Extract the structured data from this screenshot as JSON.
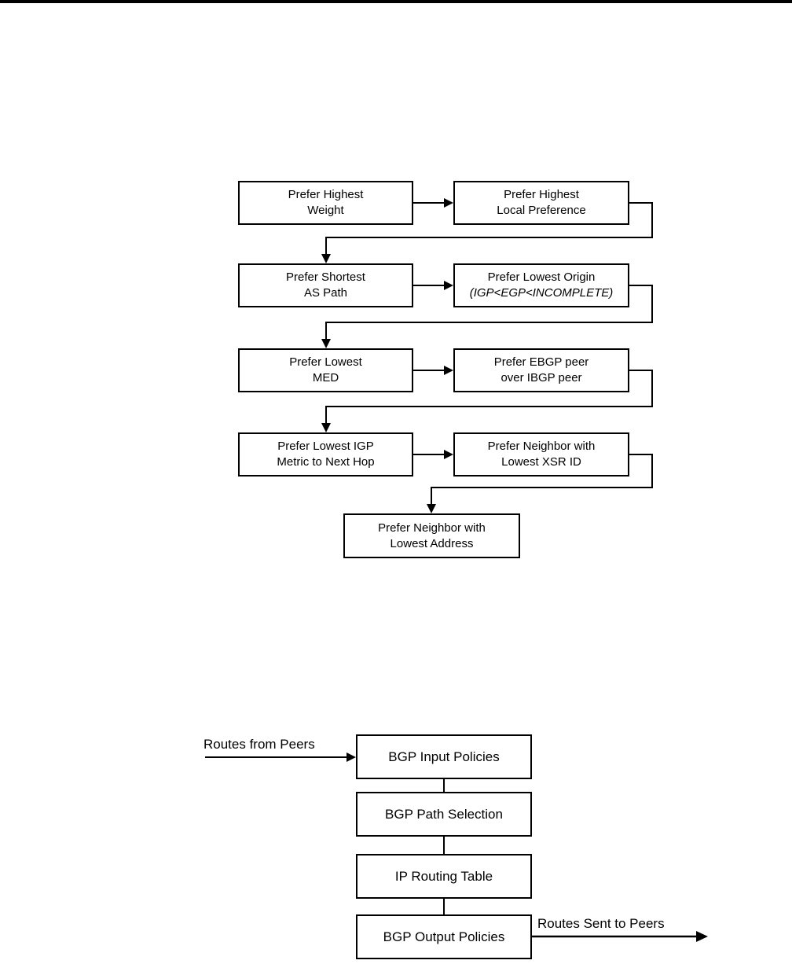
{
  "page": {
    "background_color": "#ffffff",
    "line_color": "#000000",
    "top_edge_bar_color": "#000000"
  },
  "path_selection_flowchart": {
    "description": "BGP path selection preference order",
    "boxes": [
      {
        "id": "prefer-highest-weight",
        "line1": "Prefer Highest",
        "line2": "Weight"
      },
      {
        "id": "prefer-highest-local-preference",
        "line1": "Prefer Highest",
        "line2": "Local Preference"
      },
      {
        "id": "prefer-shortest-as-path",
        "line1": "Prefer Shortest",
        "line2": "AS Path"
      },
      {
        "id": "prefer-lowest-origin",
        "line1": "Prefer Lowest Origin",
        "line2": "(IGP<EGP<INCOMPLETE)"
      },
      {
        "id": "prefer-lowest-med",
        "line1": "Prefer Lowest",
        "line2": "MED"
      },
      {
        "id": "prefer-ebgp-over-ibgp",
        "line1": "Prefer EBGP peer",
        "line2": "over IBGP peer"
      },
      {
        "id": "prefer-lowest-igp-metric",
        "line1": "Prefer Lowest IGP",
        "line2": "Metric to Next Hop"
      },
      {
        "id": "prefer-neighbor-lowest-xsr-id",
        "line1": "Prefer Neighbor with",
        "line2": "Lowest XSR ID"
      },
      {
        "id": "prefer-neighbor-lowest-address",
        "line1": "Prefer Neighbor with",
        "line2": "Lowest Address"
      }
    ],
    "flow_order": [
      "prefer-highest-weight",
      "prefer-highest-local-preference",
      "prefer-shortest-as-path",
      "prefer-lowest-origin",
      "prefer-lowest-med",
      "prefer-ebgp-over-ibgp",
      "prefer-lowest-igp-metric",
      "prefer-neighbor-lowest-xsr-id",
      "prefer-neighbor-lowest-address"
    ]
  },
  "route_processing_flowchart": {
    "description": "BGP route processing pipeline",
    "boxes": [
      "BGP Input Policies",
      "BGP Path Selection",
      "IP Routing Table",
      "BGP Output Policies"
    ],
    "input_label": "Routes from Peers",
    "output_label": "Routes Sent to Peers"
  }
}
